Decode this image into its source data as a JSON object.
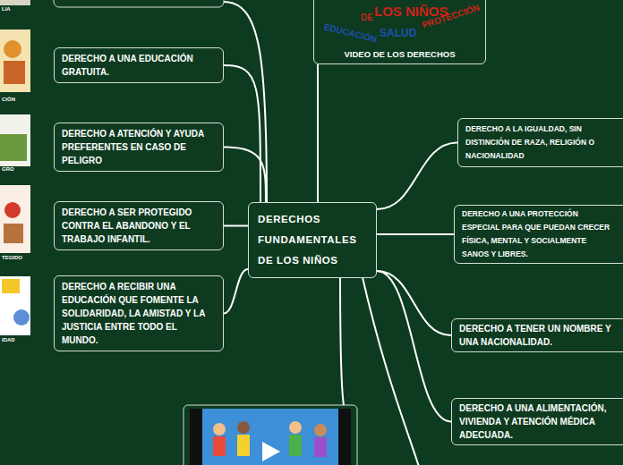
{
  "diagram": {
    "nodes": [
      {
        "text": [
          "DERECHOS FUNDAMENTALES DE LOS NIÑOS"
        ]
      },
      {
        "text": [
          "VIDEO DE LOS DERECHOS"
        ]
      },
      {
        "text": [
          "DERECHO A UNA EDUCACIÓN GRATUITA."
        ]
      },
      {
        "text": [
          "DERECHO A ATENCIÓN Y AYUDA PREFERENTES EN CASO DE PELIGRO"
        ]
      },
      {
        "text": [
          "DERECHO A SER PROTEGIDO CONTRA EL ABANDONO Y EL TRABAJO INFANTIL."
        ]
      },
      {
        "text": [
          "DERECHO A RECIBIR UNA EDUCACIÓN QUE FOMENTE LA SOLIDARIDAD, LA AMISTAD Y LA JUSTICIA ENTRE TODO EL MUNDO."
        ]
      },
      {
        "text": [
          "DERECHO A LA IGUALDAD, SIN DISTINCIÓN DE RAZA, RELIGIÓN O NACIONALIDAD"
        ]
      },
      {
        "text": [
          "DERECHO A UNA PROTECCIÓN ESPECIAL PARA QUE PUEDAN CRECER FÍSICA, MENTAL Y SOCIALMENTE SANOS Y LIBRES."
        ]
      },
      {
        "text": [
          "DERECHO A TENER UN NOMBRE Y UNA NACIONALIDAD."
        ]
      },
      {
        "text": [
          "DERECHO A UNA ALIMENTACIÓN, VIVIENDA Y ATENCIÓN MÉDICA ADECUADA."
        ]
      }
    ],
    "edges": [
      {
        "from": 0,
        "to": 1,
        "arrow": "none"
      },
      {
        "from": 0,
        "to": 2,
        "arrow": "none"
      },
      {
        "from": 0,
        "to": 3,
        "arrow": "none"
      },
      {
        "from": 0,
        "to": 4,
        "arrow": "none"
      },
      {
        "from": 0,
        "to": 5,
        "arrow": "none"
      },
      {
        "from": 0,
        "to": 6,
        "arrow": "none"
      },
      {
        "from": 0,
        "to": 7,
        "arrow": "none"
      },
      {
        "from": 0,
        "to": 8,
        "arrow": "none"
      },
      {
        "from": 0,
        "to": 9,
        "arrow": "none"
      }
    ],
    "labels": [
      "DE",
      "LOS NIÑOS",
      "EDUCACIÓN",
      "SALUD",
      "PROTECCIÓN",
      "LIA",
      "CIÓN",
      "GRO",
      "TEGIDO",
      "IDAD"
    ]
  }
}
